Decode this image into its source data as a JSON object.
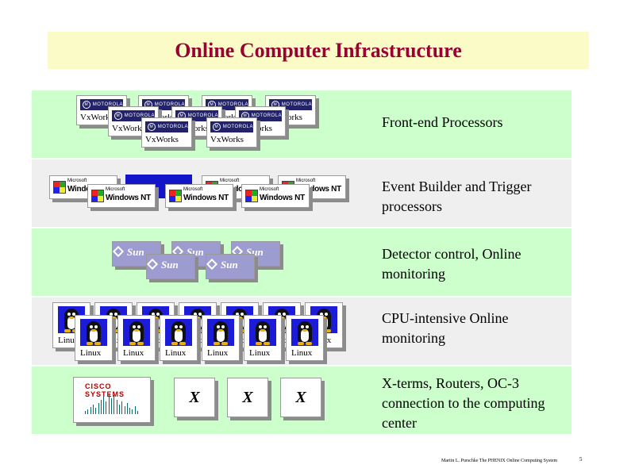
{
  "title": "Online Computer Infrastructure",
  "colors": {
    "title_bg": "#fbfbc8",
    "title_text": "#990033",
    "row_green": "#ccffcc",
    "row_gray": "#efefef"
  },
  "rows": [
    {
      "label": "Front-end Processors",
      "icon": "vxworks-card",
      "card_text": "VxWorks",
      "logo_text": "MOTOROLA"
    },
    {
      "label": "Event Builder and Trigger processors",
      "icon": "windows-nt-card",
      "card_text": "Windows NT",
      "logo_text": "Microsoft"
    },
    {
      "label": "Detector control, Online monitoring",
      "icon": "sun-card",
      "card_text": "Sun"
    },
    {
      "label": "CPU-intensive Online monitoring",
      "icon": "linux-penguin-card",
      "card_text": "Linux"
    },
    {
      "label": "X-terms, Routers, OC-3 connection to the computing center",
      "icon": "cisco-and-xterm-cards",
      "card_text": "X",
      "logo_text": "CISCO SYSTEMS"
    }
  ],
  "footer": "Martin L. Purschke  The PHENIX Online Computing System",
  "page_number": "5"
}
